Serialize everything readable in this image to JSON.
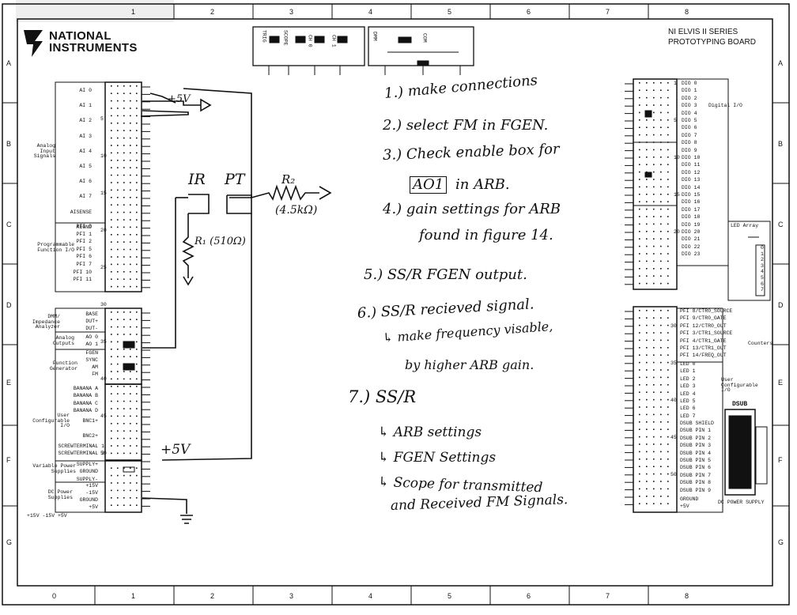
{
  "brand": {
    "line1": "NATIONAL",
    "line2": "INSTRUMENTS"
  },
  "board_title": {
    "line1": "NI ELVIS II SERIES",
    "line2": "PROTOTYPING BOARD"
  },
  "grid": {
    "top_cols": [
      "1",
      "2",
      "3",
      "4",
      "5",
      "6",
      "7",
      "8"
    ],
    "bottom_cols": [
      "0",
      "1",
      "2",
      "3",
      "4",
      "5",
      "6",
      "7",
      "8"
    ],
    "rows": [
      "A",
      "B",
      "C",
      "D",
      "E",
      "F",
      "G"
    ]
  },
  "top_connector": {
    "trig": "TRIG",
    "scope": "SCOPE",
    "ch0": "CH 0",
    "ch1": "CH 1",
    "dmm": "DMM",
    "com": "COM"
  },
  "left_groups": {
    "analog_input": "Analog Input Signals",
    "programmable": "Programmable Function I/O",
    "dmm": "DMM/ Impedance Analyzer",
    "analog_outputs": "Analog Outputs",
    "function_gen": "Function Generator",
    "user_config": "User Configurable I/O",
    "variable_power": "Variable Power Supplies",
    "dc_power": "DC Power Supplies"
  },
  "left_pins": {
    "ai": [
      "AI 0",
      "AI 1",
      "AI 2",
      "AI 3",
      "AI 4",
      "AI 5",
      "AI 6",
      "AI 7",
      "AISENSE",
      "AIGND"
    ],
    "pfi": [
      "PFI 0",
      "PFI 1",
      "PFI 2",
      "PFI 5",
      "PFI 6",
      "PFI 7",
      "PFI 10",
      "PFI 11"
    ],
    "dmm": [
      "BASE",
      "DUT+",
      "DUT-"
    ],
    "ao": [
      "AO 0",
      "AO 1"
    ],
    "fgen": [
      "FGEN",
      "SYNC",
      "AM",
      "FM"
    ],
    "banana": [
      "BANANA A",
      "BANANA B",
      "BANANA C",
      "BANANA D"
    ],
    "bnc": [
      "BNC1+",
      "BNC2+"
    ],
    "screw": [
      "SCREWTERMINAL 1",
      "SCREWTERMINAL 2"
    ],
    "supply": [
      "SUPPLY+",
      "GROUND",
      "SUPPLY-"
    ],
    "dc": [
      "+15V",
      "-15V",
      "GROUND",
      "+5V"
    ],
    "bottom_caps": "+15V -15V +5V"
  },
  "row_numbers": [
    "5",
    "10",
    "15",
    "20",
    "25",
    "30",
    "35",
    "40",
    "45",
    "50"
  ],
  "right_pins": {
    "dio": [
      "DIO 0",
      "DIO 1",
      "DIO 2",
      "DIO 3",
      "DIO 4",
      "DIO 5",
      "DIO 6",
      "DIO 7",
      "DIO 8",
      "DIO 9",
      "DIO 10",
      "DIO 11",
      "DIO 12",
      "DIO 13",
      "DIO 14",
      "DIO 15",
      "DIO 16",
      "DIO 17",
      "DIO 18",
      "DIO 19",
      "DIO 20",
      "DIO 21",
      "DIO 22",
      "DIO 23"
    ],
    "dio_label": "Digital I/O",
    "dio_row_numbers": [
      "1",
      "5",
      "10",
      "15",
      "20"
    ],
    "led_array": "LED Array",
    "led_nums": [
      "0",
      "1",
      "2",
      "3",
      "4",
      "5",
      "6",
      "7"
    ],
    "counters": [
      "PFI 8/CTR0_SOURCE",
      "PFI 9/CTR0_GATE",
      "PFI 12/CTR0_OUT",
      "PFI 3/CTR1_SOURCE",
      "PFI 4/CTR1_GATE",
      "PFI 13/CTR1_OUT",
      "PFI 14/FREQ_OUT"
    ],
    "counters_label": "Counters",
    "leds": [
      "LED 0",
      "LED 1",
      "LED 2",
      "LED 3",
      "LED 4",
      "LED 5",
      "LED 6",
      "LED 7"
    ],
    "user_label": "User Configurable I/O",
    "dsub": [
      "DSUB SHIELD",
      "DSUB PIN 1",
      "DSUB PIN 2",
      "DSUB PIN 3",
      "DSUB PIN 4",
      "DSUB PIN 5",
      "DSUB PIN 6",
      "DSUB PIN 7",
      "DSUB PIN 8",
      "DSUB PIN 9"
    ],
    "dsub_title": "DSUB",
    "gnd": [
      "GROUND",
      "+5V"
    ],
    "dc_power_supply": "DC POWER SUPPLY",
    "row_nums": [
      "30",
      "35",
      "40",
      "45",
      "50"
    ]
  },
  "circuit": {
    "ir": "IR",
    "pt": "PT",
    "r1": "R₁ (510Ω)",
    "r2": "R₂",
    "r2_value": "(4.5kΩ)",
    "plus5v_top": "+5V",
    "plus5v_bottom": "+5V"
  },
  "notes": {
    "n1": "1.) make connections",
    "n2": "2.) select FM in FGEN.",
    "n3a": "3.) Check enable box for",
    "n3b_boxed": "AO1",
    "n3b_rest": "in ARB.",
    "n4a": "4.) gain settings for ARB",
    "n4b": "found in figure 14.",
    "n5": "5.) SS/R FGEN output.",
    "n6a": "6.) SS/R recieved signal.",
    "n6b": "↳ make frequency visable,",
    "n6c": "by higher ARB gain.",
    "n7": "7.) SS/R",
    "n7a": "↳ ARB settings",
    "n7b": "↳ FGEN Settings",
    "n7c": "↳ Scope for transmitted",
    "n7d": "and Received FM Signals."
  },
  "colors": {
    "ink": "#111111",
    "paper": "#ffffff",
    "corner_smudge": "#eeeeee"
  }
}
